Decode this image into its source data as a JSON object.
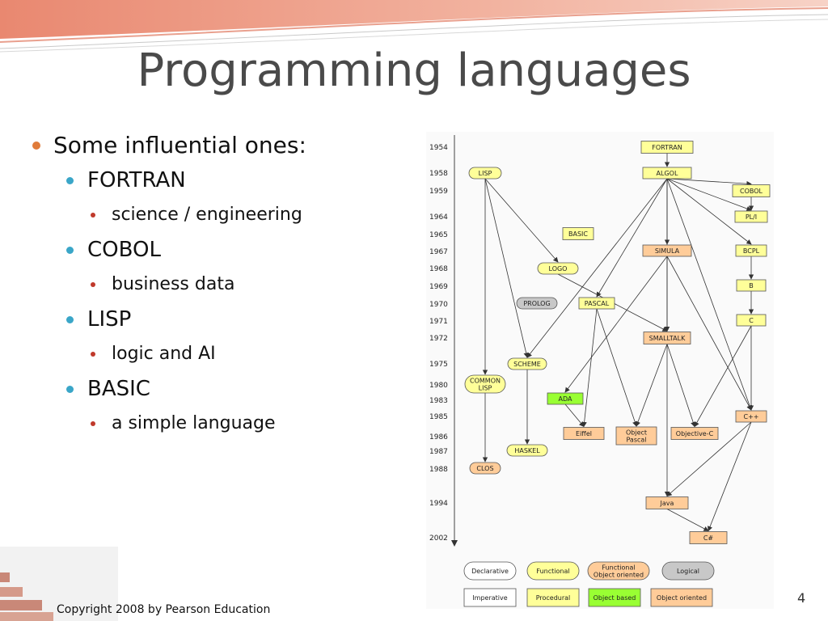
{
  "slide": {
    "title": "Programming languages",
    "copyright": "Copyright 2008 by Pearson Education",
    "page_number": "4"
  },
  "bullets": {
    "main": "Some influential ones:",
    "items": [
      {
        "label": "FORTRAN",
        "sub": "science / engineering"
      },
      {
        "label": "COBOL",
        "sub": "business data"
      },
      {
        "label": "LISP",
        "sub": "logic and AI"
      },
      {
        "label": "BASIC",
        "sub": "a simple language"
      }
    ]
  },
  "diagram": {
    "years": [
      "1954",
      "1958",
      "1959",
      "1964",
      "1965",
      "1967",
      "1968",
      "1969",
      "1970",
      "1971",
      "1972",
      "1975",
      "1980",
      "1983",
      "1985",
      "1986",
      "1987",
      "1988",
      "1994",
      "2002"
    ],
    "colors": {
      "declarative": "#ffffff",
      "functional": "#ffff99",
      "functional_oo": "#ffcc99",
      "logical": "#c8c8c8",
      "procedural": "#ffff99",
      "object_based": "#99ff33",
      "object_oriented": "#ffcc99"
    },
    "nodes": [
      {
        "id": "fortran",
        "label": "FORTRAN",
        "kind": "procedural"
      },
      {
        "id": "lisp",
        "label": "LISP",
        "kind": "functional"
      },
      {
        "id": "algol",
        "label": "ALGOL",
        "kind": "procedural"
      },
      {
        "id": "cobol",
        "label": "COBOL",
        "kind": "procedural"
      },
      {
        "id": "pli",
        "label": "PL/I",
        "kind": "procedural"
      },
      {
        "id": "basic",
        "label": "BASIC",
        "kind": "procedural"
      },
      {
        "id": "simula",
        "label": "SIMULA",
        "kind": "object_oriented"
      },
      {
        "id": "bcpl",
        "label": "BCPL",
        "kind": "procedural"
      },
      {
        "id": "logo",
        "label": "LOGO",
        "kind": "functional"
      },
      {
        "id": "b",
        "label": "B",
        "kind": "procedural"
      },
      {
        "id": "prolog",
        "label": "PROLOG",
        "kind": "logical"
      },
      {
        "id": "pascal",
        "label": "PASCAL",
        "kind": "procedural"
      },
      {
        "id": "c",
        "label": "C",
        "kind": "procedural"
      },
      {
        "id": "smalltalk",
        "label": "SMALLTALK",
        "kind": "object_oriented"
      },
      {
        "id": "scheme",
        "label": "SCHEME",
        "kind": "functional"
      },
      {
        "id": "commonlisp",
        "label": "COMMON LISP",
        "kind": "functional"
      },
      {
        "id": "ada",
        "label": "ADA",
        "kind": "object_based"
      },
      {
        "id": "cpp",
        "label": "C++",
        "kind": "object_oriented"
      },
      {
        "id": "eiffel",
        "label": "Eiffel",
        "kind": "object_oriented"
      },
      {
        "id": "objpascal",
        "label": "Object Pascal",
        "kind": "object_oriented"
      },
      {
        "id": "objc",
        "label": "Objective-C",
        "kind": "object_oriented"
      },
      {
        "id": "haskell",
        "label": "HASKEL",
        "kind": "functional"
      },
      {
        "id": "clos",
        "label": "CLOS",
        "kind": "functional_oo"
      },
      {
        "id": "java",
        "label": "Java",
        "kind": "object_oriented"
      },
      {
        "id": "csharp",
        "label": "C#",
        "kind": "object_oriented"
      }
    ],
    "edges": [
      [
        "fortran",
        "algol"
      ],
      [
        "algol",
        "cobol"
      ],
      [
        "algol",
        "pli"
      ],
      [
        "cobol",
        "pli"
      ],
      [
        "algol",
        "simula"
      ],
      [
        "algol",
        "bcpl"
      ],
      [
        "algol",
        "pascal"
      ],
      [
        "algol",
        "scheme"
      ],
      [
        "algol",
        "smalltalk"
      ],
      [
        "algol",
        "cpp"
      ],
      [
        "lisp",
        "commonlisp"
      ],
      [
        "lisp",
        "logo"
      ],
      [
        "lisp",
        "scheme"
      ],
      [
        "logo",
        "smalltalk"
      ],
      [
        "bcpl",
        "b"
      ],
      [
        "b",
        "c"
      ],
      [
        "simula",
        "smalltalk"
      ],
      [
        "simula",
        "ada"
      ],
      [
        "simula",
        "cpp"
      ],
      [
        "c",
        "cpp"
      ],
      [
        "c",
        "objc"
      ],
      [
        "pascal",
        "eiffel"
      ],
      [
        "pascal",
        "objpascal"
      ],
      [
        "smalltalk",
        "objpascal"
      ],
      [
        "smalltalk",
        "objc"
      ],
      [
        "smalltalk",
        "java"
      ],
      [
        "ada",
        "eiffel"
      ],
      [
        "scheme",
        "haskell"
      ],
      [
        "commonlisp",
        "clos"
      ],
      [
        "cpp",
        "java"
      ],
      [
        "java",
        "csharp"
      ],
      [
        "cpp",
        "csharp"
      ]
    ],
    "legend": [
      {
        "label": "Declarative",
        "kind": "declarative"
      },
      {
        "label": "Functional",
        "kind": "functional"
      },
      {
        "label": "Functional Object oriented",
        "kind": "functional_oo"
      },
      {
        "label": "Logical",
        "kind": "logical"
      },
      {
        "label": "Imperative",
        "kind": "declarative"
      },
      {
        "label": "Procedural",
        "kind": "procedural"
      },
      {
        "label": "Object based",
        "kind": "object_based"
      },
      {
        "label": "Object oriented",
        "kind": "object_oriented"
      }
    ]
  }
}
